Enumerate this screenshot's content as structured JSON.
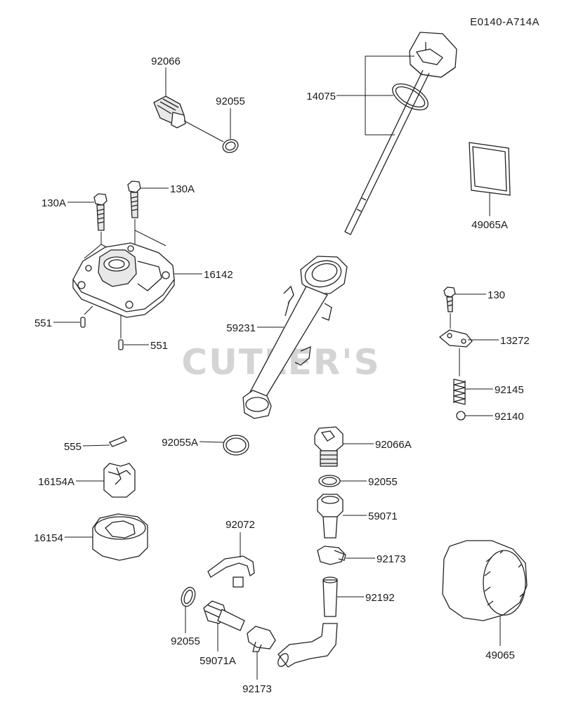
{
  "diagram_code": "E0140-A714A",
  "watermark": "CUTLER'S",
  "callouts": {
    "c92066": "92066",
    "c92055_top": "92055",
    "c14075": "14075",
    "c130A_left": "130A",
    "c130A_right": "130A",
    "c16142": "16142",
    "c551_left": "551",
    "c551_right": "551",
    "c49065A": "49065A",
    "c59231": "59231",
    "c130": "130",
    "c13272": "13272",
    "c92145": "92145",
    "c92140": "92140",
    "c555": "555",
    "c92055A": "92055A",
    "c92066A": "92066A",
    "c16154A": "16154A",
    "c92055_mid": "92055",
    "c59071": "59071",
    "c16154": "16154",
    "c92072": "92072",
    "c92173_right": "92173",
    "c92192": "92192",
    "c92055_bottom": "92055",
    "c49065": "49065",
    "c59071A": "59071A",
    "c92173_bottom": "92173"
  }
}
